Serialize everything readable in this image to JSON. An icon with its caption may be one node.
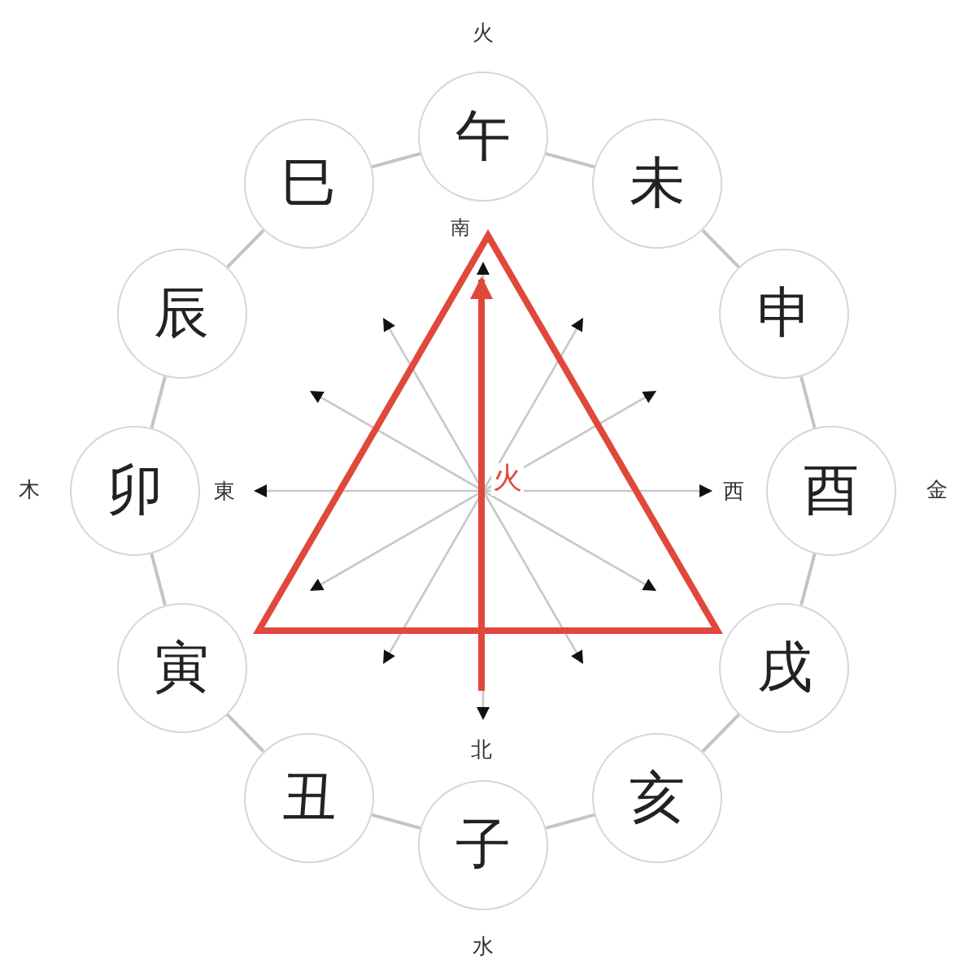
{
  "diagram": {
    "nodes": [
      {
        "text": [
          "午"
        ],
        "beside": [
          "火"
        ]
      },
      {
        "text": [
          "未"
        ]
      },
      {
        "text": [
          "申"
        ]
      },
      {
        "text": [
          "酉"
        ],
        "beside": [
          "金"
        ]
      },
      {
        "text": [
          "戌"
        ]
      },
      {
        "text": [
          "亥"
        ]
      },
      {
        "text": [
          "子"
        ],
        "beside": [
          "水"
        ]
      },
      {
        "text": [
          "丑"
        ]
      },
      {
        "text": [
          "寅"
        ]
      },
      {
        "text": [
          "卯"
        ],
        "beside": [
          "木"
        ]
      },
      {
        "text": [
          "辰"
        ]
      },
      {
        "text": [
          "巳"
        ]
      },
      {
        "text": [
          "火"
        ]
      }
    ],
    "edges": [
      {
        "from": 0,
        "to": 1,
        "arrow": "none"
      },
      {
        "from": 1,
        "to": 2,
        "arrow": "none"
      },
      {
        "from": 2,
        "to": 3,
        "arrow": "none"
      },
      {
        "from": 3,
        "to": 4,
        "arrow": "none"
      },
      {
        "from": 4,
        "to": 5,
        "arrow": "none"
      },
      {
        "from": 5,
        "to": 6,
        "arrow": "none"
      },
      {
        "from": 6,
        "to": 7,
        "arrow": "none"
      },
      {
        "from": 7,
        "to": 8,
        "arrow": "none"
      },
      {
        "from": 8,
        "to": 9,
        "arrow": "none"
      },
      {
        "from": 9,
        "to": 10,
        "arrow": "none"
      },
      {
        "from": 10,
        "to": 11,
        "arrow": "none"
      },
      {
        "from": 11,
        "to": 0,
        "arrow": "none"
      }
    ],
    "labels": [
      "南",
      "東",
      "西",
      "北"
    ]
  }
}
